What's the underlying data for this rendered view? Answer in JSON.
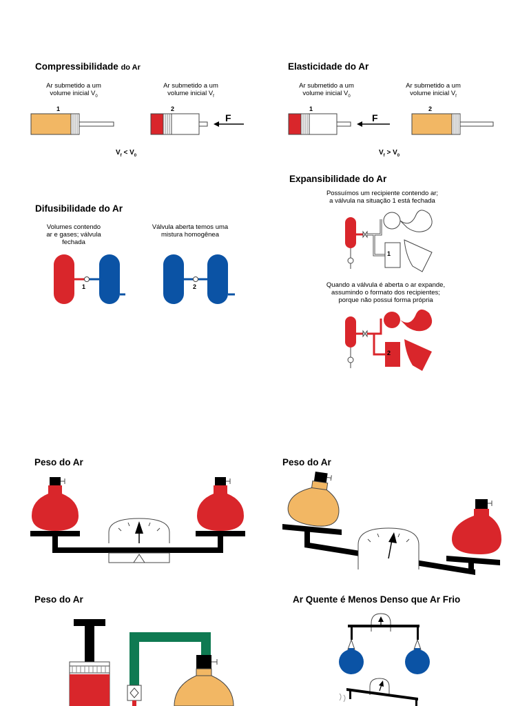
{
  "colors": {
    "red": "#d9262b",
    "orange": "#f2b764",
    "blue": "#0b53a5",
    "green": "#0f7a52",
    "black": "#000000",
    "gray": "#7a7a7a"
  },
  "compress": {
    "title_main": "Compressibilidade",
    "title_small": "do Ar",
    "cap1": "Ar submetido a um volume inicial V",
    "cap1_sub": "0",
    "cap2": "Ar submetido a um volume inicial V",
    "cap2_sub": "f",
    "n1": "1",
    "n2": "2",
    "force": "F",
    "formula_a": "V",
    "formula_a_sub": "f",
    "formula_op": " < V",
    "formula_b_sub": "0"
  },
  "elastic": {
    "title": "Elasticidade do Ar",
    "cap1": "Ar submetido a um volume inicial V",
    "cap1_sub": "0",
    "cap2": "Ar submetido a um volume inicial V",
    "cap2_sub": "f",
    "n1": "1",
    "n2": "2",
    "force": "F",
    "formula_a": "V",
    "formula_a_sub": "f",
    "formula_op": " > V",
    "formula_b_sub": "0"
  },
  "expand": {
    "title": "Expansibilidade do Ar",
    "cap1_l1": "Possuímos um recipiente contendo ar;",
    "cap1_l2": "a válvula na situação 1 está fechada",
    "cap2_l1": "Quando a válvula é aberta o ar expande,",
    "cap2_l2": "assumindo o formato dos recipientes;",
    "cap2_l3": "porque não possui forma própria",
    "n1": "1",
    "n2": "2"
  },
  "diffuse": {
    "title": "Difusibilidade do Ar",
    "cap1_l1": "Volumes contendo",
    "cap1_l2": "ar e gases; válvula",
    "cap1_l3": "fechada",
    "cap2_l1": "Válvula aberta temos uma",
    "cap2_l2": "mistura homogênea",
    "n1": "1",
    "n2": "2"
  },
  "weight1": {
    "title": "Peso do Ar"
  },
  "weight2": {
    "title": "Peso do Ar"
  },
  "weight3": {
    "title": "Peso do Ar"
  },
  "hotair": {
    "title": "Ar Quente é Menos Denso que Ar Frio"
  }
}
